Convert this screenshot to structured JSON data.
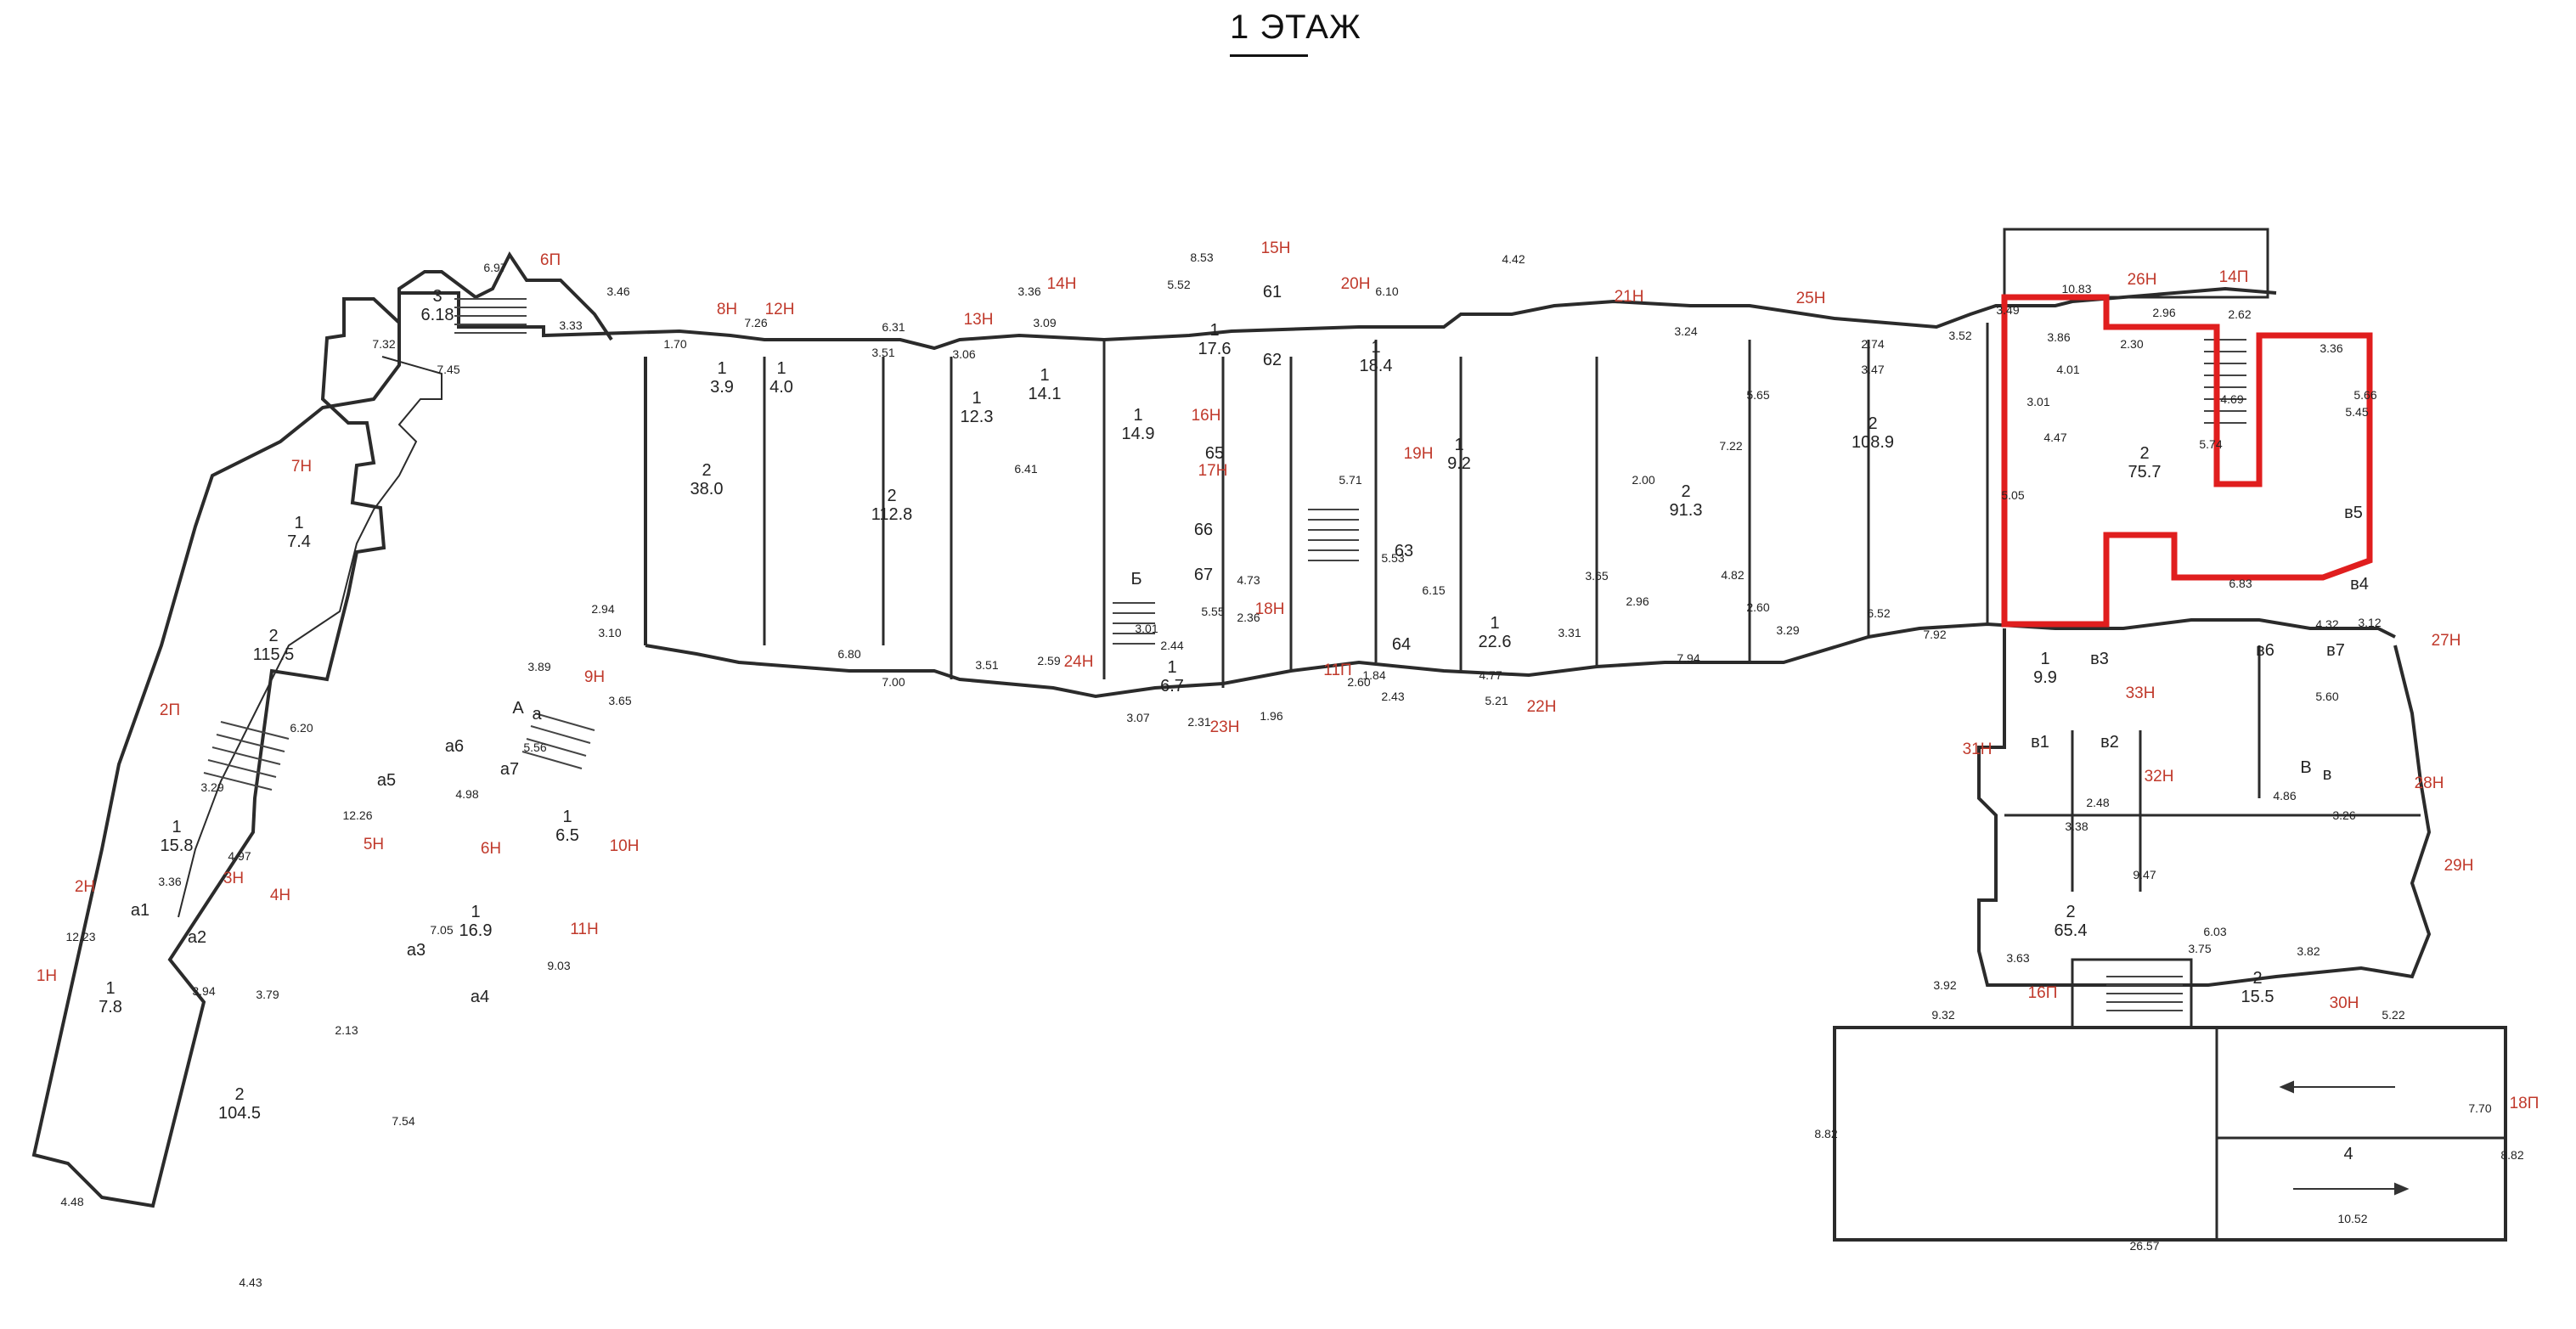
{
  "header": {
    "floor_number": "1",
    "floor_label": "ЭТАЖ"
  },
  "colors": {
    "wall": "#2b2b2b",
    "marker": "#c0392b",
    "highlight": "#e01e1e",
    "window": "#4a7c4a",
    "dim": "#222222"
  },
  "rooms": {
    "r_6_18": {
      "num": "3",
      "val": "6.18"
    },
    "r_3_9": {
      "num": "1",
      "val": "3.9"
    },
    "r_4_0": {
      "num": "1",
      "val": "4.0"
    },
    "r_12_3": {
      "num": "1",
      "val": "12.3"
    },
    "r_14_1": {
      "num": "1",
      "val": "14.1"
    },
    "r_17_6": {
      "num": "1",
      "val": "17.6"
    },
    "r_61": {
      "num": "61",
      "val": ""
    },
    "r_62": {
      "num": "62",
      "val": ""
    },
    "r_18_4": {
      "num": "1",
      "val": "18.4"
    },
    "r_108_9": {
      "num": "2",
      "val": "108.9"
    },
    "r_75_7": {
      "num": "2",
      "val": "75.7"
    },
    "r_38_0": {
      "num": "2",
      "val": "38.0"
    },
    "r_112_8": {
      "num": "2",
      "val": "112.8"
    },
    "r_14_9": {
      "num": "1",
      "val": "14.9"
    },
    "r_65": {
      "num": "65",
      "val": ""
    },
    "r_9_2": {
      "num": "1",
      "val": "9.2"
    },
    "r_91_3": {
      "num": "2",
      "val": "91.3"
    },
    "r_7_4": {
      "num": "1",
      "val": "7.4"
    },
    "r_115_5": {
      "num": "2",
      "val": "115.5"
    },
    "r_66": {
      "num": "66",
      "val": ""
    },
    "r_67": {
      "num": "67",
      "val": ""
    },
    "r_63": {
      "num": "63",
      "val": ""
    },
    "r_64": {
      "num": "64",
      "val": ""
    },
    "r_6_7": {
      "num": "1",
      "val": "6.7"
    },
    "r_22_6": {
      "num": "1",
      "val": "22.6"
    },
    "r_9_9": {
      "num": "1",
      "val": "9.9"
    },
    "r_15_8": {
      "num": "1",
      "val": "15.8"
    },
    "r_6_5": {
      "num": "1",
      "val": "6.5"
    },
    "r_16_9": {
      "num": "1",
      "val": "16.9"
    },
    "r_7_8": {
      "num": "1",
      "val": "7.8"
    },
    "r_104_5": {
      "num": "2",
      "val": "104.5"
    },
    "r_65_4": {
      "num": "2",
      "val": "65.4"
    },
    "r_15_5": {
      "num": "2",
      "val": "15.5"
    },
    "r_v5": {
      "num": "в5",
      "val": ""
    },
    "r_v4": {
      "num": "в4",
      "val": ""
    },
    "r_v3": {
      "num": "в3",
      "val": ""
    },
    "r_v6": {
      "num": "в6",
      "val": ""
    },
    "r_v7": {
      "num": "в7",
      "val": ""
    },
    "r_v1": {
      "num": "в1",
      "val": ""
    },
    "r_v2": {
      "num": "в2",
      "val": ""
    },
    "r_V": {
      "num": "В",
      "val": ""
    },
    "r_v": {
      "num": "в",
      "val": ""
    },
    "r_a": {
      "num": "а",
      "val": ""
    },
    "r_A": {
      "num": "А",
      "val": ""
    },
    "r_a5": {
      "num": "а5",
      "val": ""
    },
    "r_a6": {
      "num": "а6",
      "val": ""
    },
    "r_a7": {
      "num": "а7",
      "val": ""
    },
    "r_a1": {
      "num": "а1",
      "val": ""
    },
    "r_a2": {
      "num": "а2",
      "val": ""
    },
    "r_a3": {
      "num": "а3",
      "val": ""
    },
    "r_a4": {
      "num": "а4",
      "val": ""
    },
    "r_B": {
      "num": "Б",
      "val": ""
    },
    "r_big4": {
      "num": "4",
      "val": ""
    }
  },
  "markers": {
    "m6P": "6П",
    "m8N": "8Н",
    "m12N": "12Н",
    "m13N": "13Н",
    "m14N": "14Н",
    "m15N": "15Н",
    "m16N": "16Н",
    "m17N": "17Н",
    "m20N": "20Н",
    "m21N": "21Н",
    "m25N": "25Н",
    "m26N": "26Н",
    "m14P": "14П",
    "m7N": "7Н",
    "m9N": "9Н",
    "m2P": "2П",
    "m18N": "18Н",
    "m19N": "19Н",
    "m11P": "11П",
    "m22N": "22Н",
    "m23N": "23Н",
    "m24N": "24Н",
    "m27N": "27Н",
    "m28N": "28Н",
    "m29N": "29Н",
    "m30N": "30Н",
    "m31N": "31Н",
    "m32N": "32Н",
    "m33N": "33Н",
    "m16P": "16П",
    "m18P": "18П",
    "m1N": "1Н",
    "m2N": "2Н",
    "m3N": "3Н",
    "m4N": "4Н",
    "m5N": "5Н",
    "m6N": "6Н",
    "m10N": "10Н",
    "m11N": "11Н"
  },
  "dims": {
    "d6_97": "6.97",
    "d3_46": "3.46",
    "d7_32": "7.32",
    "d7_45": "7.45",
    "d3_33": "3.33",
    "d1_70": "1.70",
    "d7_26": "7.26",
    "d6_31": "6.31",
    "d3_51": "3.51",
    "d8_53": "8.53",
    "d5_52": "5.52",
    "d3_36": "3.36",
    "d3_09": "3.09",
    "d3_06": "3.06",
    "d4_42": "4.42",
    "d6_10": "6.10",
    "d3_49": "3.49",
    "d10_83": "10.83",
    "d3_86": "3.86",
    "d3_52": "3.52",
    "d2_96": "2.96",
    "d2_62": "2.62",
    "d3_36b": "3.36",
    "d3_01": "3.01",
    "d4_47": "4.47",
    "d6_41": "6.41",
    "d6_80": "6.80",
    "d7_00": "7.00",
    "d3_51b": "3.51",
    "d7_94": "7.94",
    "d6_52": "6.52",
    "d7_92": "7.92",
    "d6_83": "6.83",
    "d5_71": "5.71",
    "d3_01b": "3.01",
    "d2_44": "2.44",
    "d4_77": "4.77",
    "d5_21": "5.21",
    "d9_32": "9.32",
    "d26_57": "26.57",
    "d10_52": "10.52",
    "d8_82": "8.82",
    "d8_82b": "8.82",
    "d7_70": "7.70",
    "d5_22": "5.22",
    "d9_47": "9.47",
    "d6_03": "6.03",
    "d3_63": "3.63",
    "d3_92": "3.92",
    "d4_48": "4.48",
    "d4_43": "4.43",
    "d12_26": "12.26",
    "d12_23": "12.23",
    "d9_03": "9.03",
    "d7_54": "7.54",
    "d3_65": "3.65",
    "d4_98": "4.98",
    "d6_20": "6.20",
    "d3_29": "3.29",
    "d4_97": "4.97",
    "d3_94": "3.94",
    "d3_79": "3.79",
    "d2_13": "2.13",
    "d7_05": "7.05",
    "d3_36c": "3.36",
    "d5_56": "5.56",
    "d3_89": "3.89",
    "d3_10": "3.10",
    "d2_94": "2.94",
    "d4_32": "4.32",
    "d3_12": "3.12",
    "d5_60": "5.60",
    "d4_86": "4.86",
    "d3_26": "3.26",
    "d3_75": "3.75",
    "d3_82": "3.82",
    "d3_38": "3.38",
    "d2_48": "2.48",
    "d6_15": "6.15",
    "d5_53": "5.53",
    "d5_55": "5.55",
    "d4_73": "4.73",
    "d2_36": "2.36",
    "d2_59": "2.59",
    "d3_07": "3.07",
    "d2_31": "2.31",
    "d1_96": "1.96",
    "d2_60": "2.60",
    "d2_43": "2.43",
    "d1_84": "1.84",
    "d3_31": "3.31",
    "d2_96b": "2.96",
    "d3_65b": "3.65",
    "d3_29b": "3.29",
    "d2_00": "2.00",
    "d3_24": "3.24",
    "d7_22": "7.22",
    "d5_65": "5.65",
    "d4_82": "4.82",
    "d2_60b": "2.60",
    "d3_47": "3.47",
    "d2_74": "2.74",
    "d5_05": "5.05",
    "d5_66": "5.66",
    "d5_45": "5.45",
    "d4_69": "4.69",
    "d5_74": "5.74",
    "d4_01": "4.01",
    "d2_30": "2.30"
  }
}
